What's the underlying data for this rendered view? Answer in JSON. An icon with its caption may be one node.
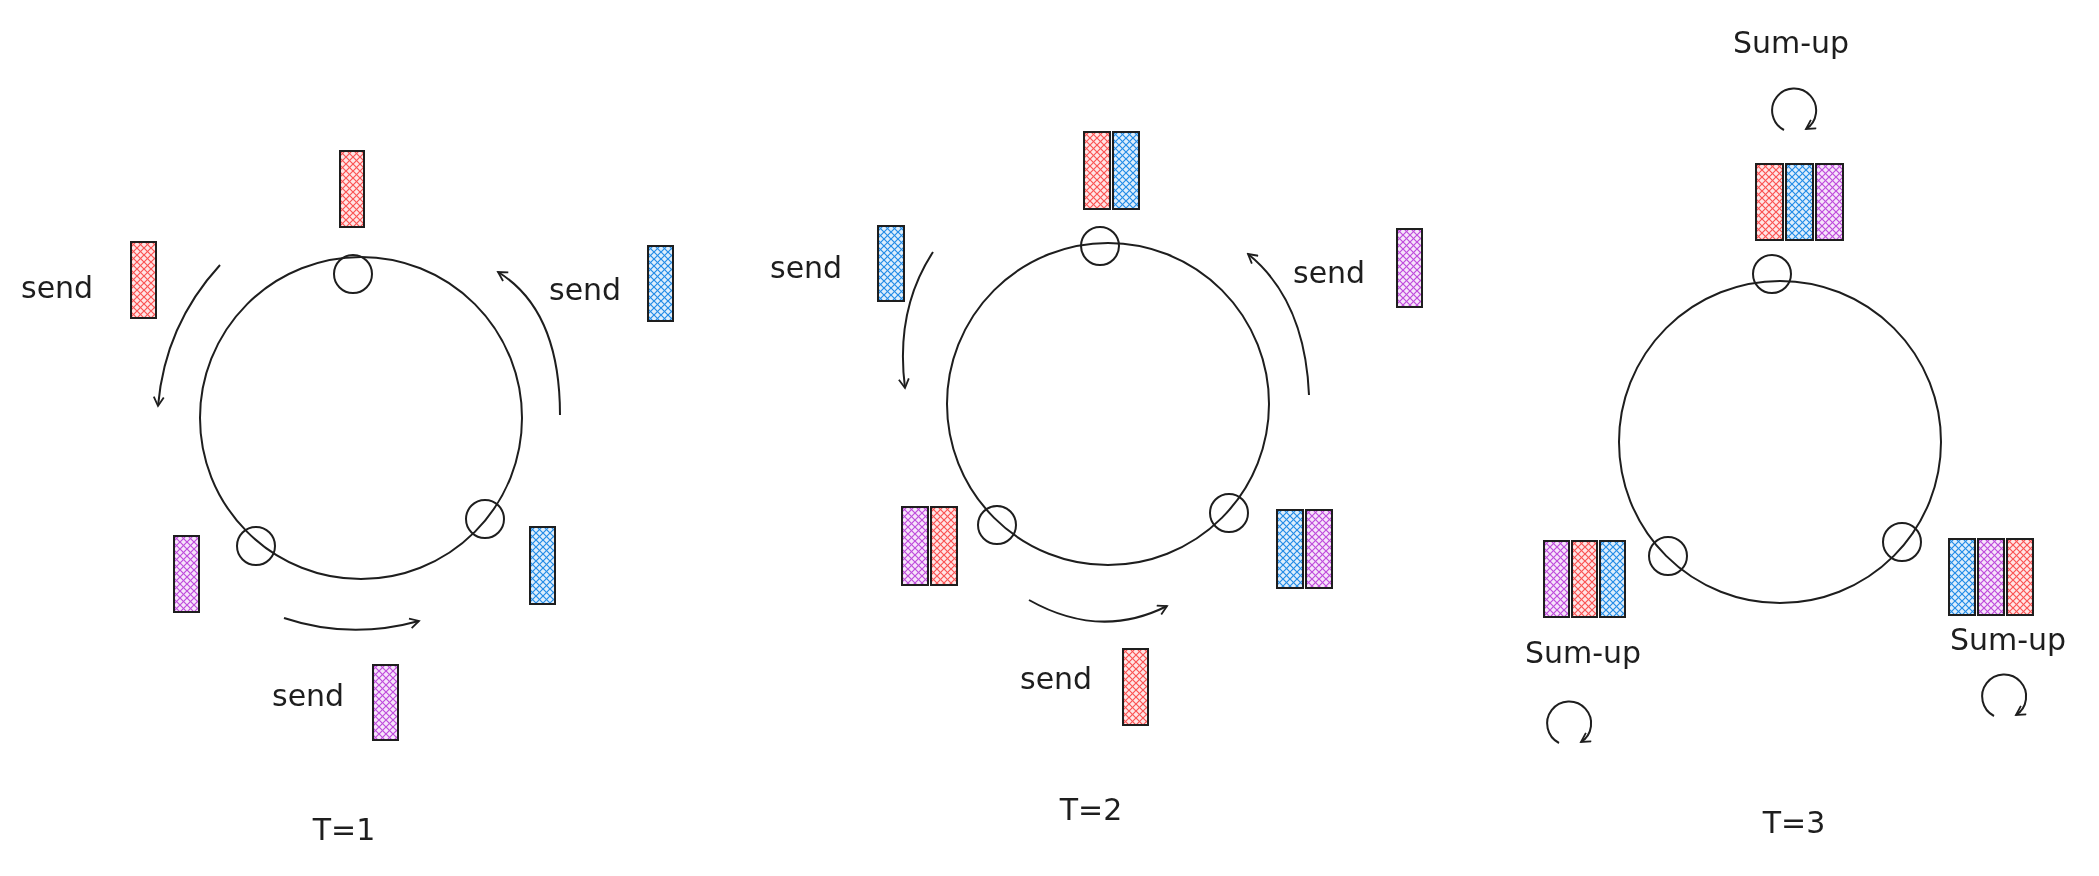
{
  "diagram": {
    "nodes": [
      {
        "text": [],
        "shape": "circle"
      },
      {
        "text": [],
        "shape": "circle"
      },
      {
        "text": [],
        "shape": "circle"
      },
      {
        "text": [],
        "shape": "bar"
      },
      {
        "text": [],
        "shape": "bar",
        "beside": [
          "send"
        ]
      },
      {
        "text": [],
        "shape": "bar",
        "beside": [
          "send"
        ]
      },
      {
        "text": [],
        "shape": "bar"
      },
      {
        "text": [],
        "shape": "bar"
      },
      {
        "text": [],
        "shape": "bar",
        "beside": [
          "send"
        ]
      },
      {
        "text": [],
        "shape": "circle"
      },
      {
        "text": [],
        "shape": "circle"
      },
      {
        "text": [],
        "shape": "circle"
      },
      {
        "text": [],
        "shape": "bar"
      },
      {
        "text": [],
        "shape": "bar"
      },
      {
        "text": [],
        "shape": "bar",
        "beside": [
          "send"
        ]
      },
      {
        "text": [],
        "shape": "bar",
        "beside": [
          "send"
        ]
      },
      {
        "text": [],
        "shape": "bar"
      },
      {
        "text": [],
        "shape": "bar"
      },
      {
        "text": [],
        "shape": "bar"
      },
      {
        "text": [],
        "shape": "bar"
      },
      {
        "text": [],
        "shape": "bar",
        "beside": [
          "send"
        ]
      },
      {
        "text": [],
        "shape": "circle"
      },
      {
        "text": [],
        "shape": "circle"
      },
      {
        "text": [],
        "shape": "circle"
      },
      {
        "text": [],
        "shape": "bar"
      },
      {
        "text": [],
        "shape": "bar"
      },
      {
        "text": [],
        "shape": "bar"
      },
      {
        "text": [],
        "shape": "bar"
      },
      {
        "text": [],
        "shape": "bar"
      },
      {
        "text": [],
        "shape": "bar"
      },
      {
        "text": [],
        "shape": "bar"
      },
      {
        "text": [],
        "shape": "bar"
      },
      {
        "text": [],
        "shape": "bar"
      }
    ],
    "labels": [
      "T=1",
      "T=2",
      "Sum-up",
      "Sum-up",
      "Sum-up",
      "T=3"
    ]
  }
}
